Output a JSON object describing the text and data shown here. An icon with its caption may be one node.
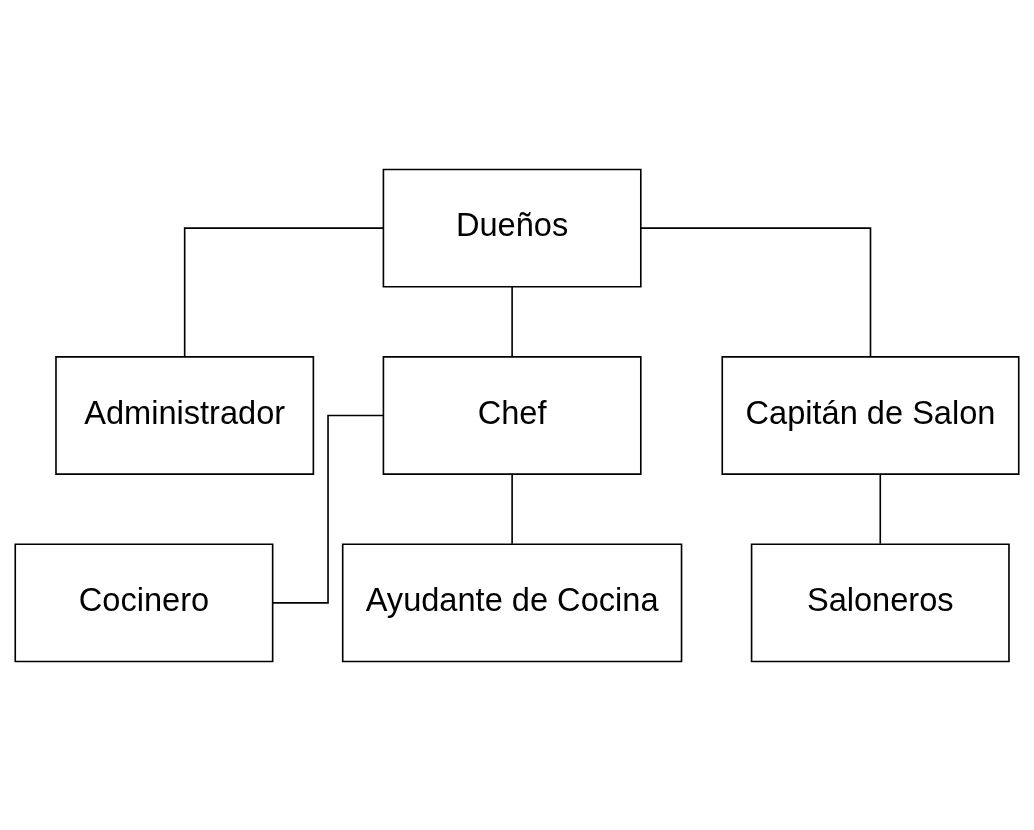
{
  "diagram": {
    "nodes": [
      {
        "text": [
          "Dueños"
        ]
      },
      {
        "text": [
          "Administrador"
        ]
      },
      {
        "text": [
          "Chef"
        ]
      },
      {
        "text": [
          "Capitán de Salon"
        ]
      },
      {
        "text": [
          "Cocinero"
        ]
      },
      {
        "text": [
          "Ayudante de Cocina"
        ]
      },
      {
        "text": [
          "Saloneros"
        ]
      }
    ],
    "edges": [
      {
        "from": 0,
        "to": 1,
        "arrow": "none"
      },
      {
        "from": 0,
        "to": 2,
        "arrow": "none"
      },
      {
        "from": 0,
        "to": 3,
        "arrow": "none"
      },
      {
        "from": 2,
        "to": 4,
        "arrow": "none"
      },
      {
        "from": 2,
        "to": 5,
        "arrow": "none"
      },
      {
        "from": 3,
        "to": 6,
        "arrow": "none"
      }
    ]
  }
}
